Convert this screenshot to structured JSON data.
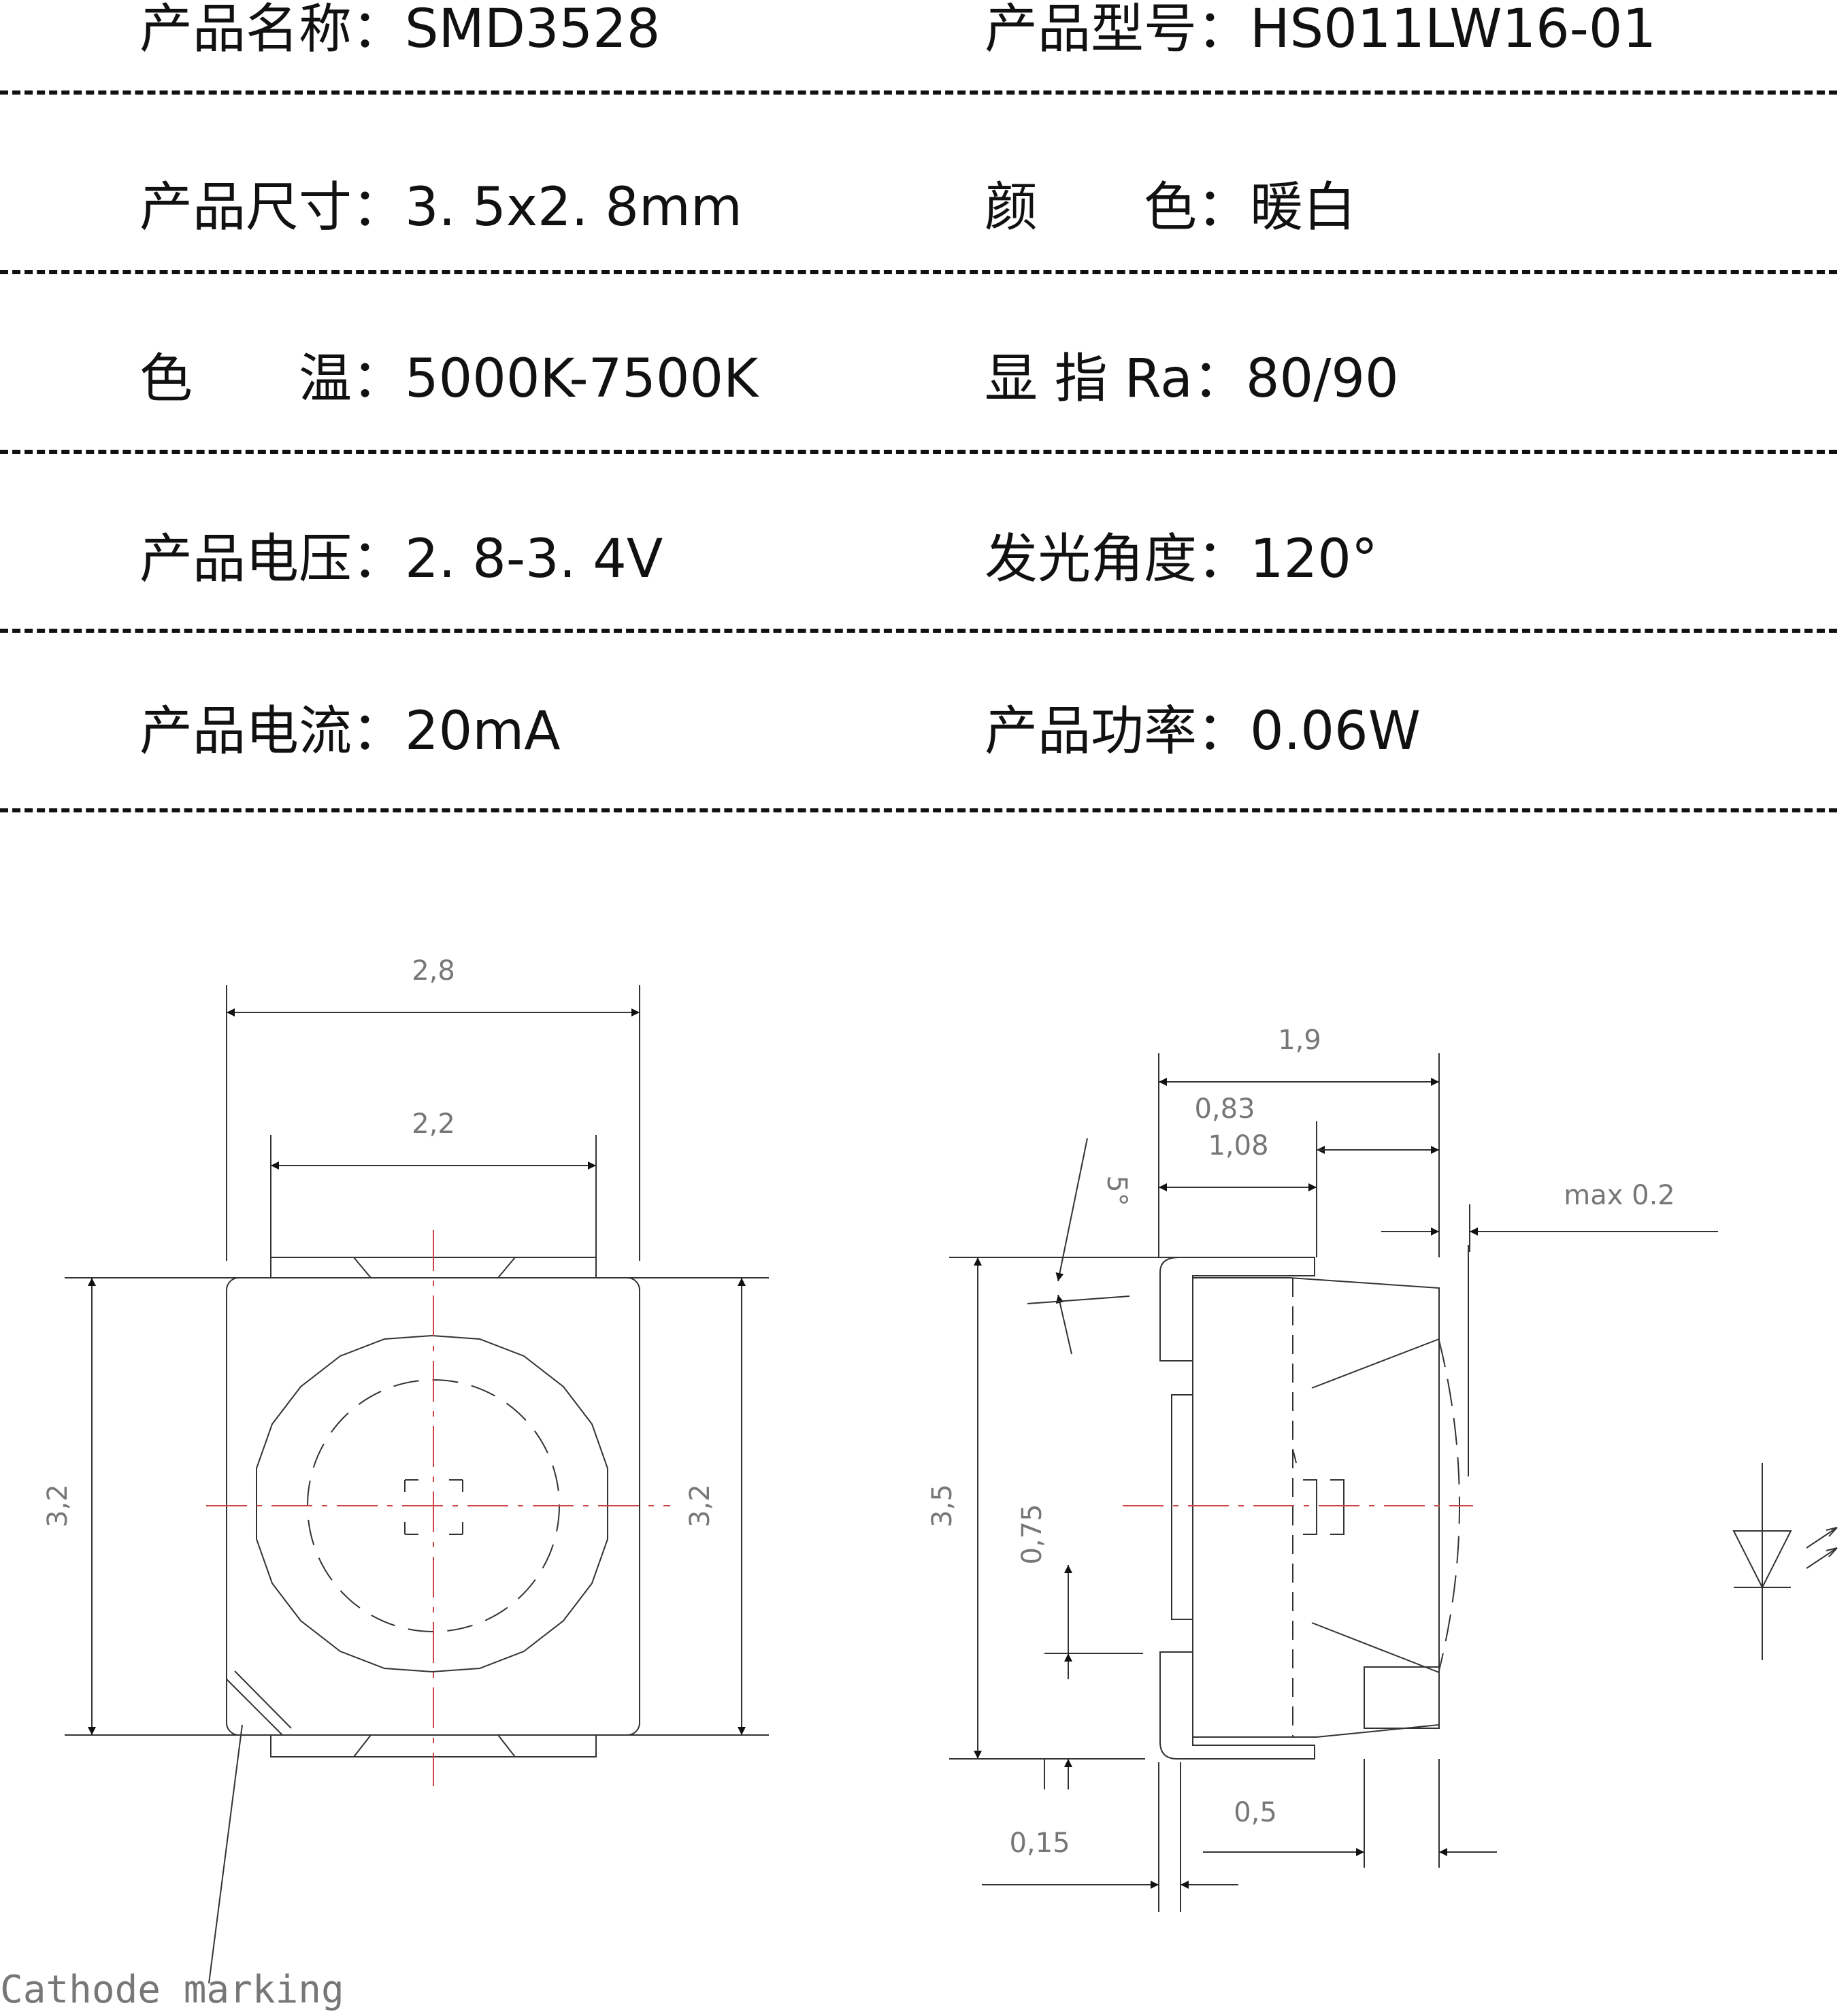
{
  "specs": [
    {
      "left": {
        "label": "产品名称：",
        "value": "SMD3528"
      },
      "right": {
        "label": "产品型号：",
        "value": "HS011LW16-01"
      }
    },
    {
      "left": {
        "label": "产品尺寸：",
        "value": "3. 5x2. 8mm"
      },
      "right": {
        "label": "颜　　色：",
        "value": "暖白"
      }
    },
    {
      "left": {
        "label": "色　　温：",
        "value": "5000K-7500K"
      },
      "right": {
        "label": "显 指 Ra：",
        "value": "80/90"
      }
    },
    {
      "left": {
        "label": "产品电压：",
        "value": "2. 8-3. 4V"
      },
      "right": {
        "label": "发光角度：",
        "value": "120°"
      }
    },
    {
      "left": {
        "label": "产品电流：",
        "value": "20mA"
      },
      "right": {
        "label": "产品功率：",
        "value": "0.06W"
      }
    }
  ],
  "top_view": {
    "dim_width_outer": "2,8",
    "dim_width_inner": "2,2",
    "dim_height_left": "3,2",
    "dim_height_right": "3,2",
    "cathode_label": "Cathode marking"
  },
  "side_view": {
    "dim_total_width": "1,9",
    "dim_a": "0,83",
    "dim_b": "1,08",
    "dim_angle": "5°",
    "dim_max": "max 0.2",
    "dim_height": "3,5",
    "dim_pad": "0,75",
    "dim_gap": "0,15",
    "dim_bottom": "0,5"
  },
  "colors": {
    "line": "#333333",
    "center": "#cc4444",
    "dim_text": "#777777"
  },
  "symbol": "led-diode-symbol"
}
